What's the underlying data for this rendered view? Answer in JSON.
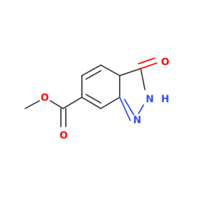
{
  "molecule": {
    "atoms": {
      "carbonyl_oxygen": {
        "symbol": "O",
        "color": "#ff0d0d"
      },
      "nh_nitrogen": {
        "symbol": "N",
        "color": "#3050f8"
      },
      "nh_hydrogen": {
        "symbol": "H",
        "color": "#3050f8"
      },
      "imine_nitrogen": {
        "symbol": "N",
        "color": "#3050f8"
      },
      "ester_carbonyl_oxygen": {
        "symbol": "O",
        "color": "#ff0d0d"
      },
      "ester_ether_oxygen": {
        "symbol": "O",
        "color": "#ff0d0d"
      }
    },
    "bond_color": "#404040"
  }
}
